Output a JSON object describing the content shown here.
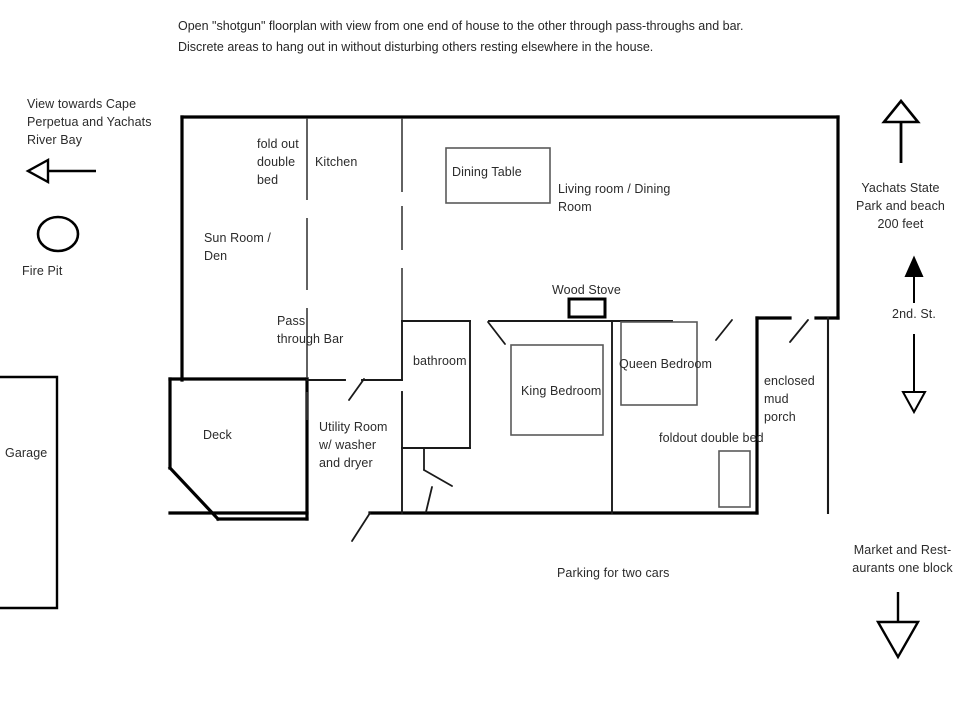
{
  "header": {
    "line1": "Open \"shotgun\" floorplan with view from one end of house to the other through pass-throughs and bar.",
    "line2": "Discrete areas to hang out in without disturbing others resting elsewhere in the house."
  },
  "annotations": {
    "view_west": "View towards Cape\nPerpetua and Yachats\nRiver Bay",
    "fire_pit": "Fire Pit",
    "park_north": "Yachats State\nPark and beach\n200 feet",
    "street": "2nd. St.",
    "market_south": "Market and Rest-\naurants one block",
    "parking": "Parking for two cars"
  },
  "rooms": {
    "garage": "Garage",
    "deck": "Deck",
    "sun_room": "Sun Room /\nDen",
    "fold_out_bed": "fold out\ndouble\nbed",
    "kitchen": "Kitchen",
    "pass_through_bar": "Pass\nthrough Bar",
    "dining_table": "Dining Table",
    "living_dining": "Living room / Dining\nRoom",
    "wood_stove": "Wood Stove",
    "bathroom": "bathroom",
    "utility_room": "Utility Room\nw/ washer\nand dryer",
    "king_bedroom": "King Bedroom",
    "queen_bedroom": "Queen Bedroom",
    "foldout_double_bed": "foldout double bed",
    "mud_porch": "enclosed\nmud\nporch"
  },
  "colors": {
    "ink": "#000000",
    "text": "#2b2b2b",
    "thin": "#3a3a3a",
    "background": "#ffffff"
  }
}
